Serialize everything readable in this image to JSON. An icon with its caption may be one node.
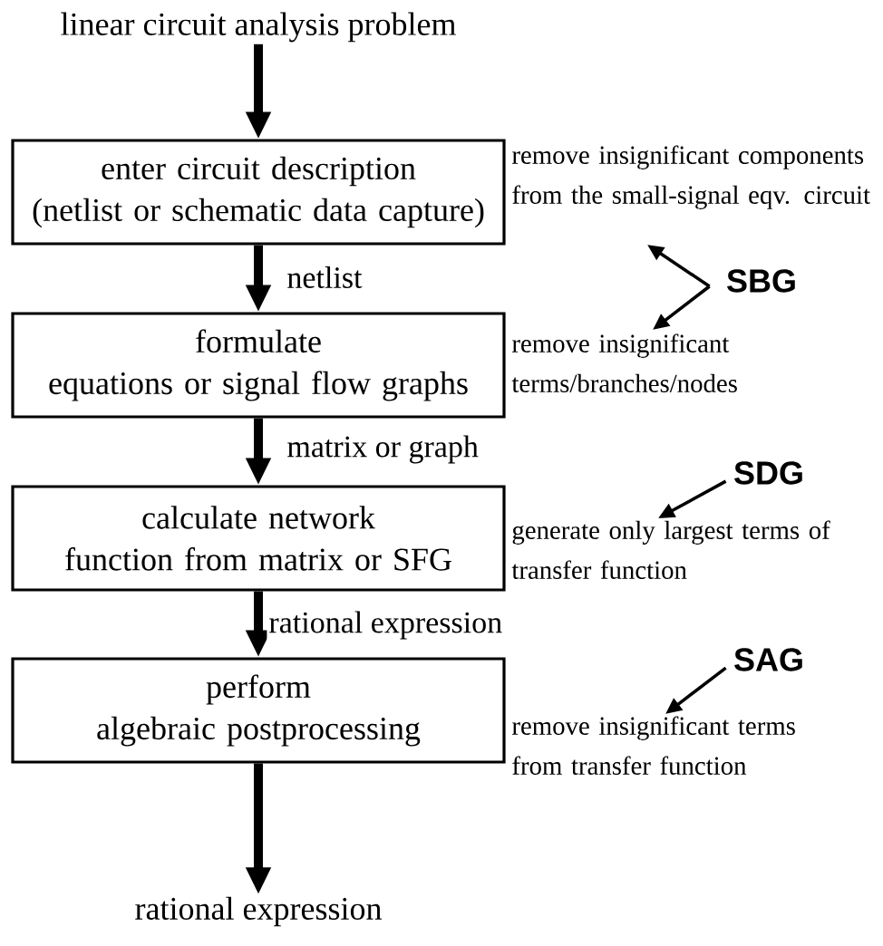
{
  "diagram": {
    "nodes": [
      {
        "text": [
          "linear circuit analysis problem"
        ]
      },
      {
        "text": [
          "enter circuit description (netlist or schematic data capture)"
        ]
      },
      {
        "text": [
          "formulate equations or signal flow graphs"
        ]
      },
      {
        "text": [
          "calculate network function from matrix or SFG"
        ]
      },
      {
        "text": [
          "perform algebraic postprocessing"
        ]
      },
      {
        "text": [
          "rational expression"
        ]
      },
      {
        "text": [
          "remove insignificant components from the small-signal eqv. circuit"
        ]
      },
      {
        "text": [
          "remove insignificant terms/branches/nodes"
        ]
      },
      {
        "text": [
          "generate only largest terms of transfer function"
        ]
      },
      {
        "text": [
          "remove insignificant terms from transfer function"
        ]
      },
      {
        "text": [
          "SBG"
        ]
      },
      {
        "text": [
          "SDG"
        ]
      },
      {
        "text": [
          "SAG"
        ]
      }
    ],
    "edges": [
      {
        "from": 0,
        "to": 1,
        "arrow": "to"
      },
      {
        "from": 1,
        "to": 2,
        "arrow": "to",
        "label": "netlist"
      },
      {
        "from": 2,
        "to": 3,
        "arrow": "to",
        "label": "matrix or graph"
      },
      {
        "from": 3,
        "to": 4,
        "arrow": "to",
        "label": "rational expression"
      },
      {
        "from": 4,
        "to": 5,
        "arrow": "to"
      },
      {
        "from": 10,
        "to": 6,
        "arrow": "to"
      },
      {
        "from": 10,
        "to": 7,
        "arrow": "to"
      },
      {
        "from": 11,
        "to": 8,
        "arrow": "to"
      },
      {
        "from": 12,
        "to": 9,
        "arrow": "to"
      }
    ]
  }
}
